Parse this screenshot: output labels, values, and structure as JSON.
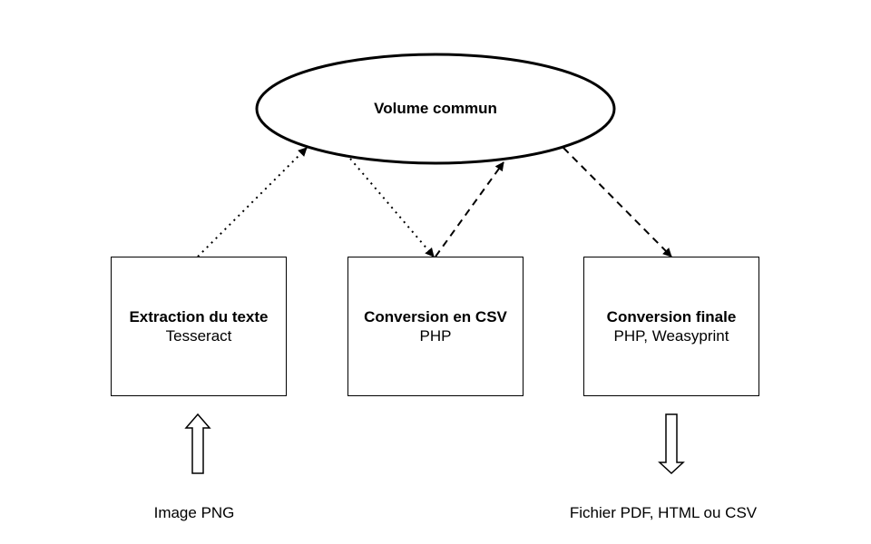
{
  "ellipse": {
    "label": "Volume commun"
  },
  "boxes": {
    "extraction": {
      "title": "Extraction du texte",
      "subtitle": "Tesseract"
    },
    "csv": {
      "title": "Conversion en CSV",
      "subtitle": "PHP"
    },
    "final": {
      "title": "Conversion finale",
      "subtitle": "PHP, Weasyprint"
    }
  },
  "input": {
    "label": "Image PNG"
  },
  "output": {
    "label": "Fichier PDF, HTML ou CSV"
  },
  "colors": {
    "stroke": "#000000",
    "background": "#ffffff"
  }
}
